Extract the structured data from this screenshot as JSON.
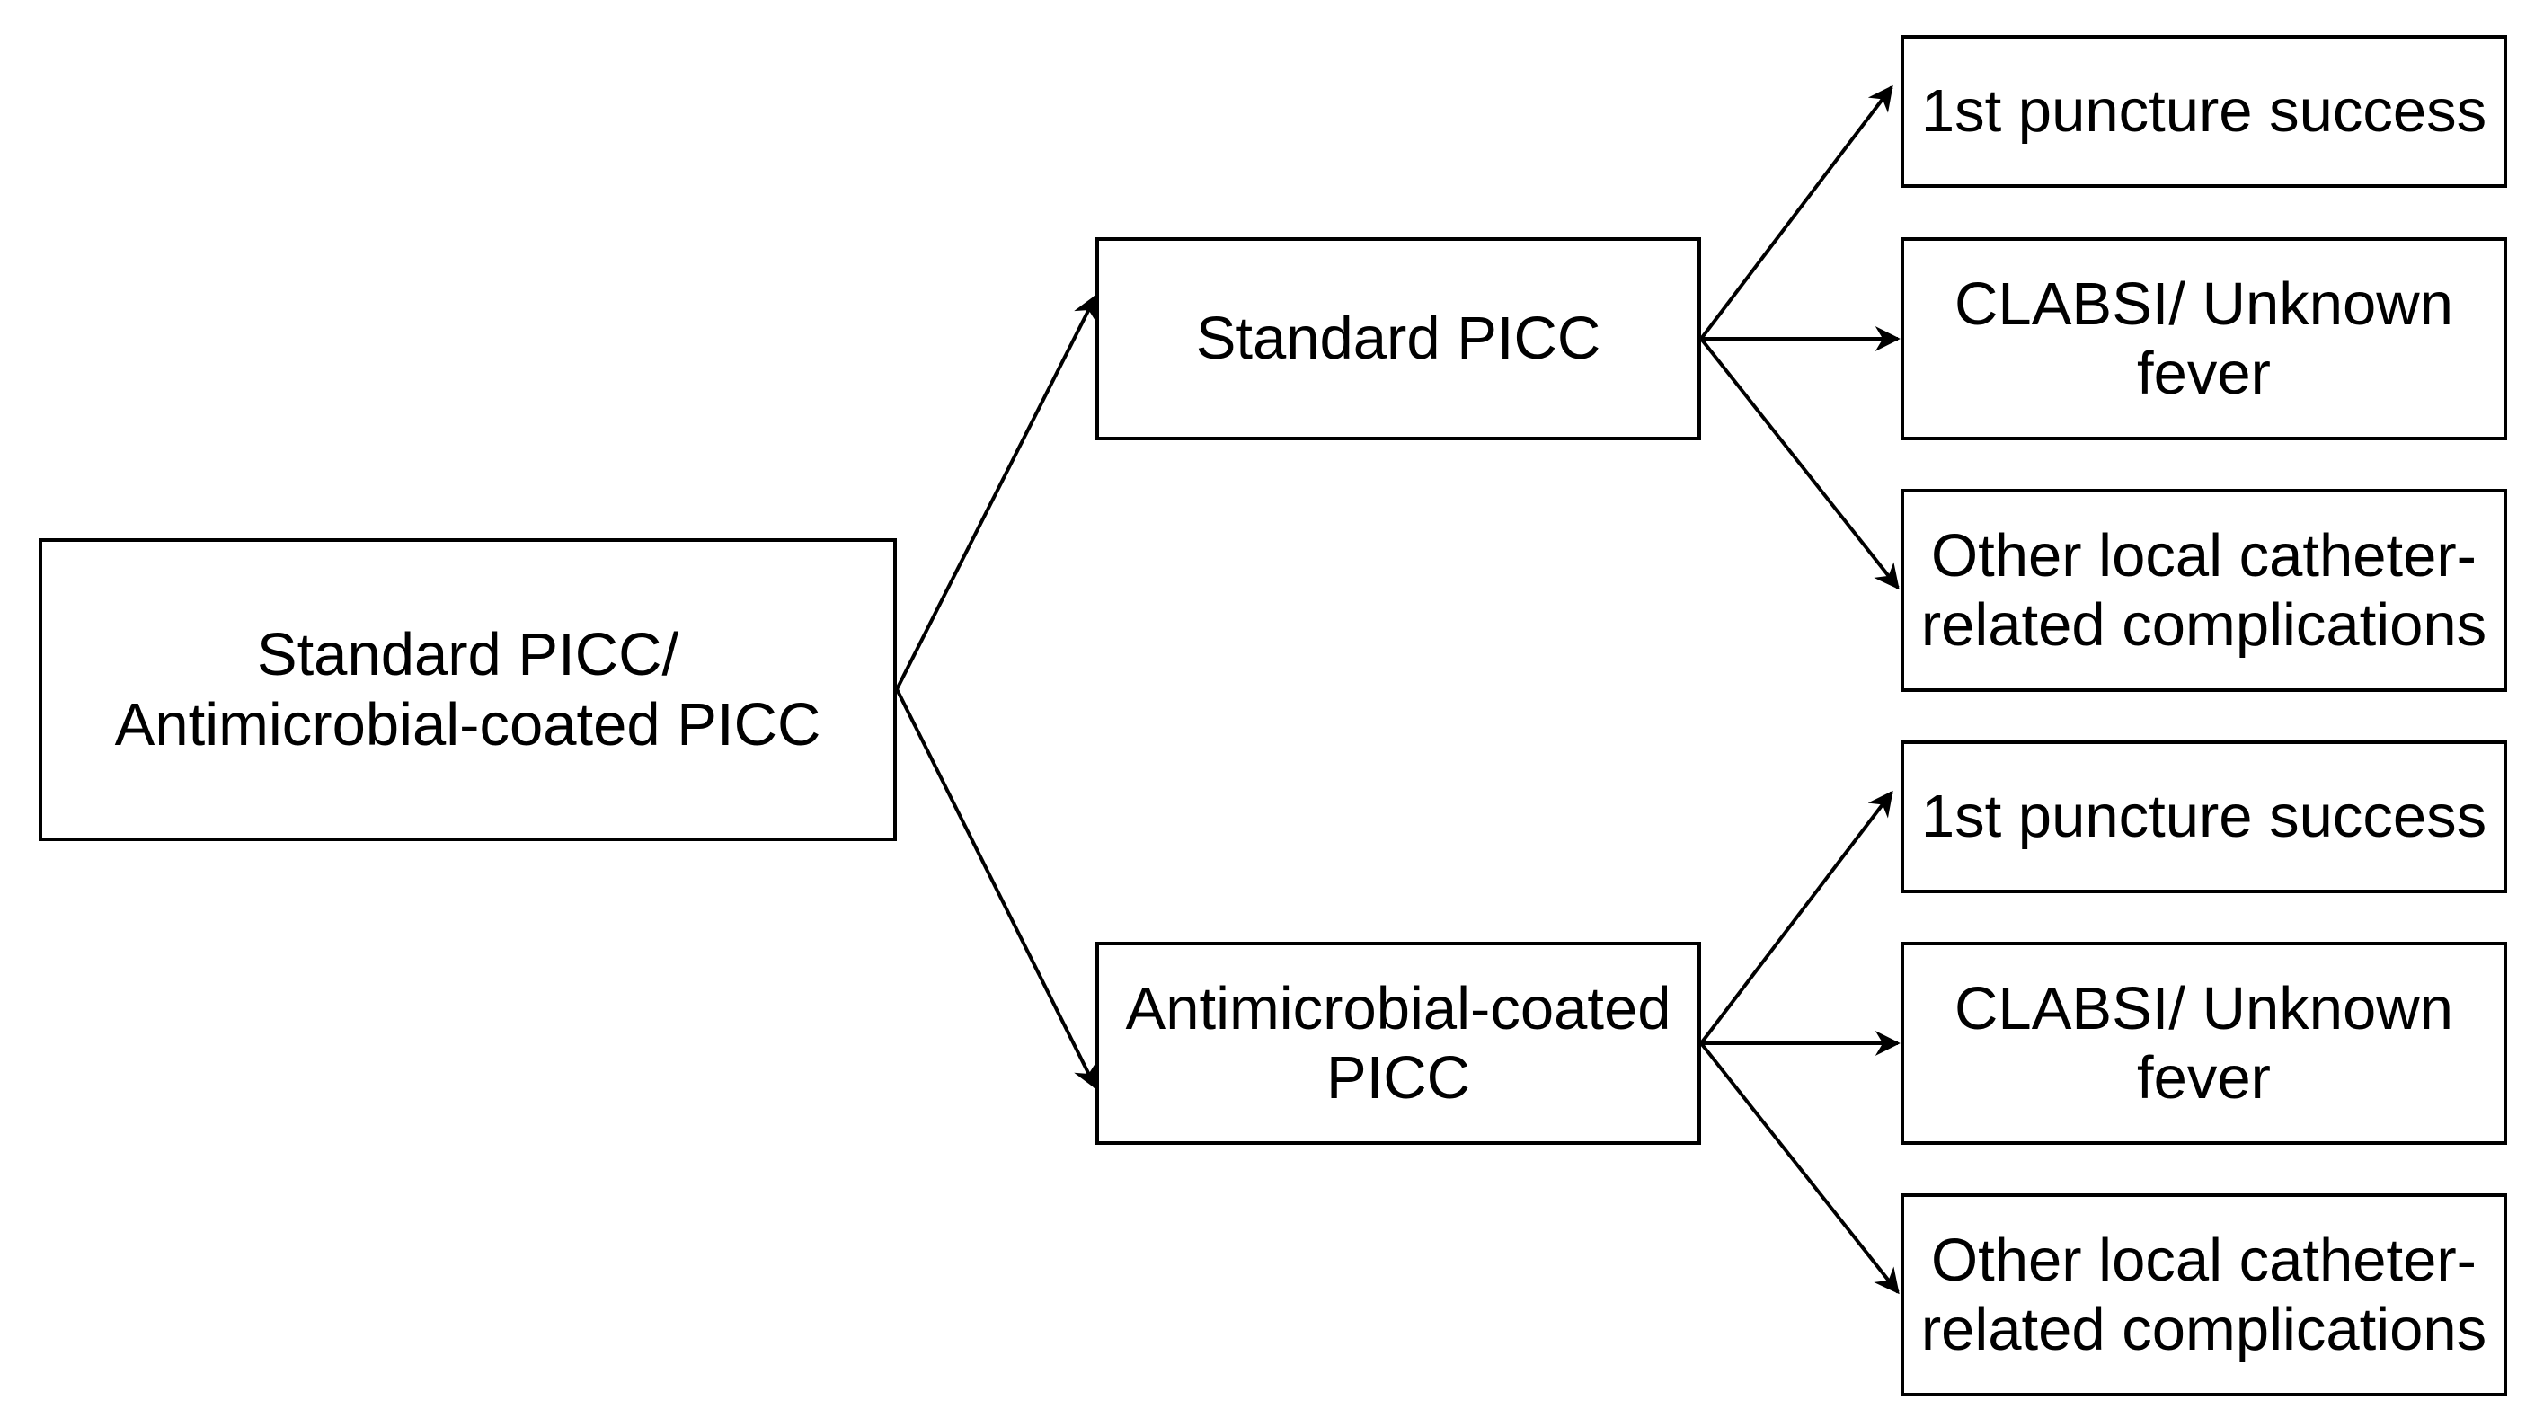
{
  "diagram": {
    "root": {
      "label": "Standard PICC/\nAntimicrobial-coated PICC"
    },
    "branches": [
      {
        "label": "Standard PICC",
        "outcomes": [
          "1st puncture success",
          "CLABSI/ Unknown\nfever",
          "Other local catheter-\nrelated complications"
        ]
      },
      {
        "label": "Antimicrobial-coated\nPICC",
        "outcomes": [
          "1st puncture success",
          "CLABSI/ Unknown\nfever",
          "Other local catheter-\nrelated complications"
        ]
      }
    ],
    "colors": {
      "stroke": "#000000",
      "background": "#ffffff"
    }
  }
}
